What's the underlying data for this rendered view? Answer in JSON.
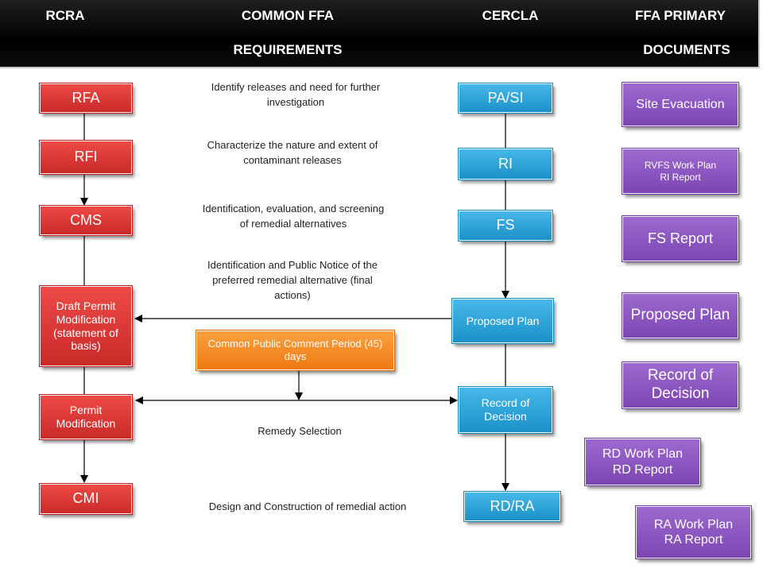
{
  "header": {
    "rcra": "RCRA",
    "common_ffa_1": "COMMON FFA",
    "common_ffa_2": "REQUIREMENTS",
    "cercla": "CERCLA",
    "ffa_primary_1": "FFA PRIMARY",
    "ffa_primary_2": "DOCUMENTS"
  },
  "rcra": {
    "rfa": "RFA",
    "rfi": "RFI",
    "cms": "CMS",
    "draft_permit": "Draft Permit Modification (statement of basis)",
    "permit_mod": "Permit Modification",
    "cmi": "CMI"
  },
  "common": {
    "identify": "Identify releases and need for further investigation",
    "characterize": "Characterize the nature and extent of contaminant releases",
    "evaluation": "Identification, evaluation, and screening of remedial alternatives",
    "public_notice": "Identification and Public Notice of the preferred remedial alternative (final actions)",
    "comment_period": "Common Public Comment Period (45) days",
    "remedy": "Remedy Selection",
    "design": "Design and Construction of remedial action"
  },
  "cercla": {
    "pasi": "PA/SI",
    "ri": "RI",
    "fs": "FS",
    "proposed_plan": "Proposed Plan",
    "rod": "Record of Decision",
    "rdra": "RD/RA"
  },
  "documents": {
    "site_evacuation": "Site Evacuation",
    "rvfs_1": "RVFS Work Plan",
    "rvfs_2": "RI Report",
    "fs_report": "FS Report",
    "proposed_plan": "Proposed Plan",
    "rod": "Record of Decision",
    "rd_1": "RD Work Plan",
    "rd_2": "RD Report",
    "ra_1": "RA Work Plan",
    "ra_2": "RA Report"
  },
  "colors": {
    "rcra": "#d9312f",
    "cercla": "#2aa5dc",
    "comment_period": "#f58a23",
    "documents": "#8a55c0"
  }
}
